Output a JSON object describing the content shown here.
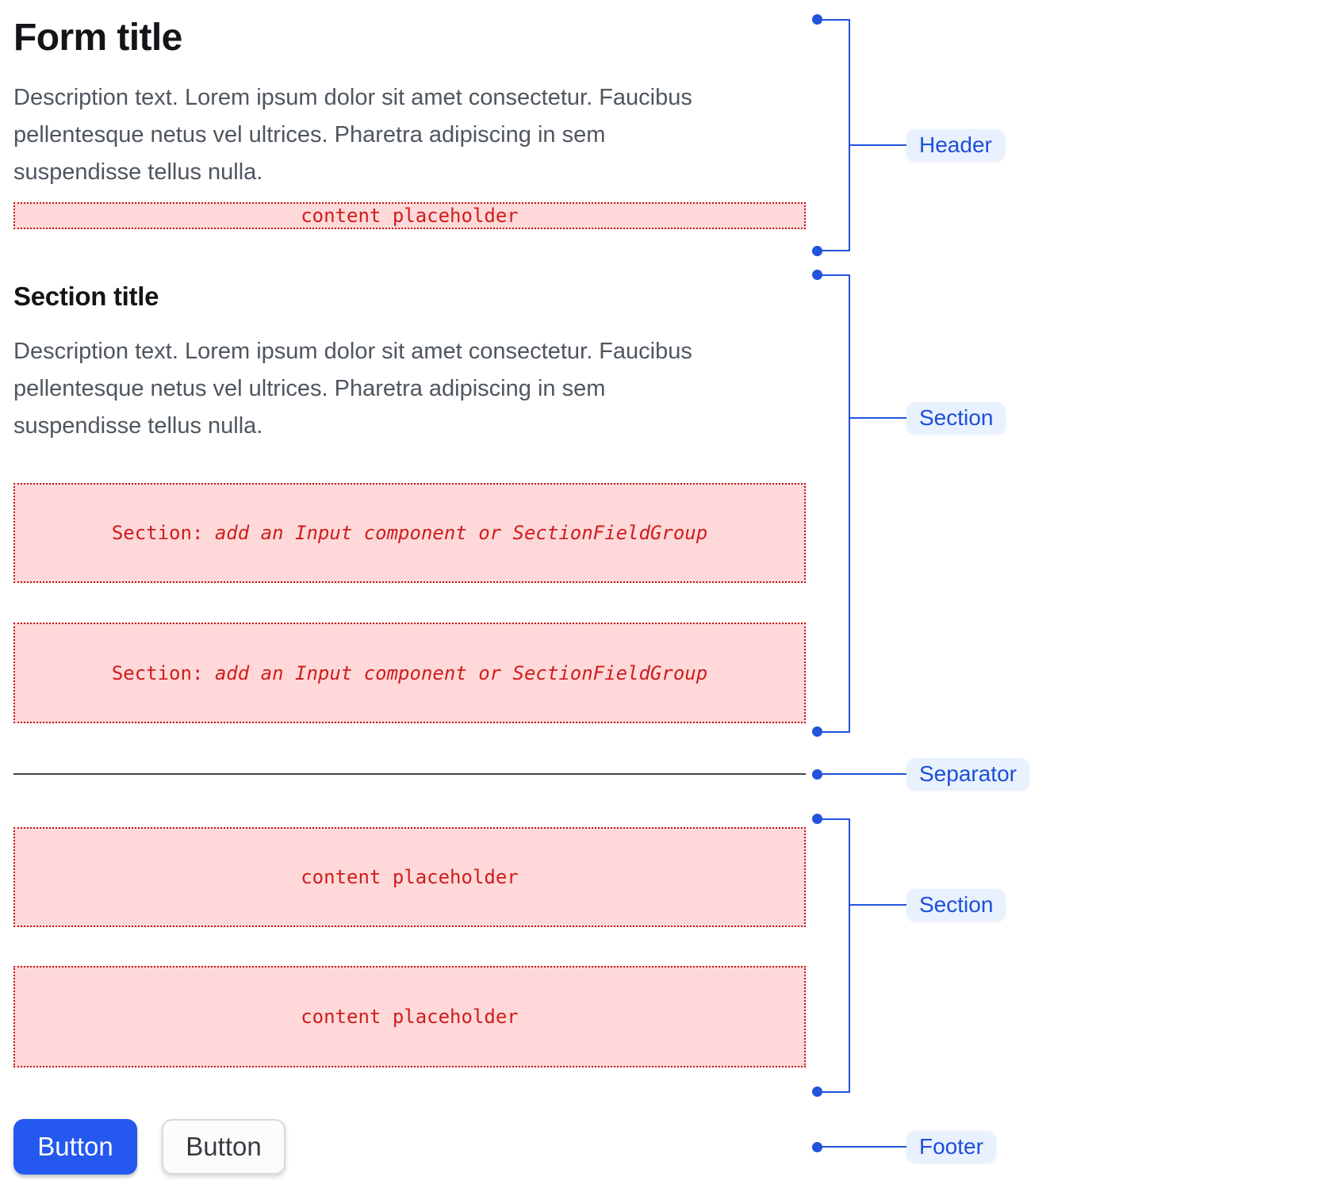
{
  "form": {
    "header": {
      "title": "Form title",
      "description": "Description text. Lorem ipsum dolor sit amet consectetur. Faucibus pellentesque netus vel ultrices. Pharetra adipiscing in sem suspendisse tellus nulla.",
      "content_placeholder": "content placeholder"
    },
    "section": {
      "title": "Section title",
      "description": "Description text. Lorem ipsum dolor sit amet consectetur. Faucibus pellentesque netus vel ultrices. Pharetra adipiscing in sem suspendisse tellus nulla.",
      "slots": [
        {
          "prefix": "Section:",
          "label": " add an Input component or SectionFieldGroup"
        },
        {
          "prefix": "Section:",
          "label": " add an Input component or SectionFieldGroup"
        }
      ]
    },
    "lower_section": {
      "content_placeholders": [
        "content placeholder",
        "content placeholder"
      ]
    },
    "footer": {
      "buttons": [
        {
          "label": "Button",
          "variant": "primary"
        },
        {
          "label": "Button",
          "variant": "secondary"
        }
      ]
    }
  },
  "annotations": {
    "header": "Header",
    "section_upper": "Section",
    "separator": "Separator",
    "section_lower": "Section",
    "footer": "Footer"
  },
  "colors": {
    "annotation_blue": "#2153DC",
    "annotation_pill_bg": "#EAF1FE",
    "annotation_pill_text": "#1C4FD8",
    "placeholder_bg": "#FFD9D9",
    "placeholder_border": "#C41313",
    "placeholder_text": "#D11C1C",
    "primary_button_bg": "#2458EE",
    "secondary_button_bg": "#FCFCFD",
    "title_text": "#141519",
    "description_text": "#4F565F",
    "separator_line": "#41464D"
  }
}
